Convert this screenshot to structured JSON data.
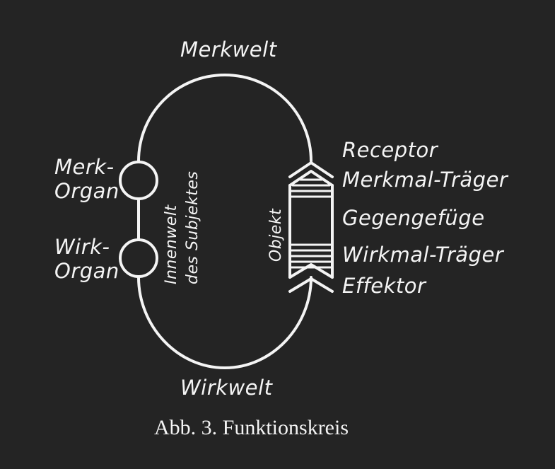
{
  "diagram": {
    "title_top": "Merkwelt",
    "title_bottom": "Wirkwelt",
    "merk_organ": [
      "Merk-",
      "Organ"
    ],
    "wirk_organ": [
      "Wirk-",
      "Organ"
    ],
    "innenwelt": [
      "Innenwelt",
      "des Subjektes"
    ],
    "objekt": "Objekt",
    "right_labels": {
      "receptor": "Receptor",
      "merkmal_traeger": "Merkmal-Träger",
      "gegengefuege": "Gegengefüge",
      "wirkmal_traeger": "Wirkmal-Träger",
      "effektor": "Effektor"
    },
    "caption": "Abb. 3. Funktionskreis",
    "colors": {
      "background": "#242424",
      "ink": "#f4f4f4"
    }
  }
}
